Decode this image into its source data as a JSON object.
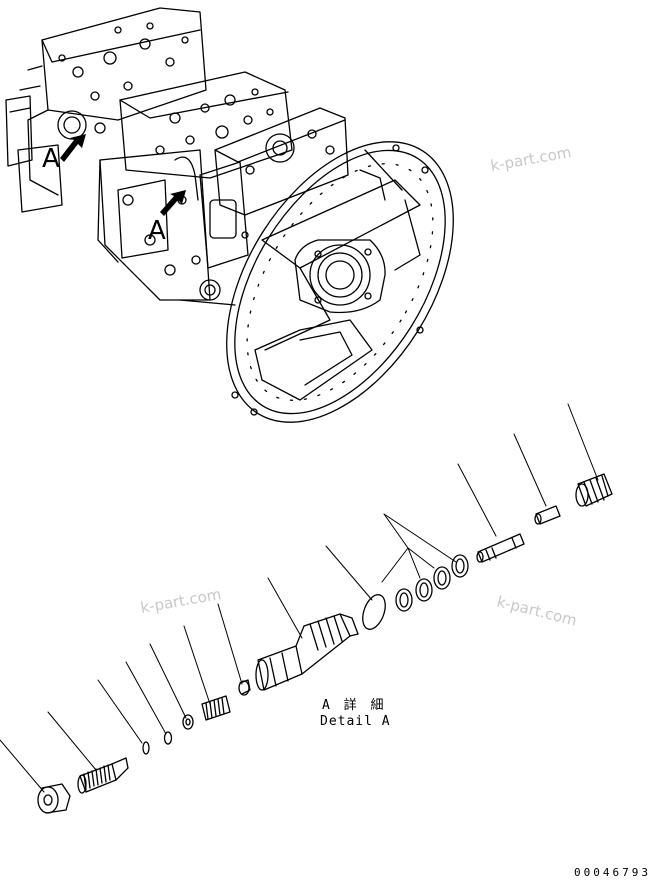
{
  "assembly": {
    "view_marker_1": "A",
    "view_marker_2": "A"
  },
  "detail": {
    "title_jp": "A 詳 細",
    "title_en": "Detail A"
  },
  "watermarks": [
    "k-part.com",
    "k-part.com",
    "k-part.com"
  ],
  "drawing_number": "00046793",
  "colors": {
    "line": "#000000",
    "watermark": "#c8c8c8",
    "background": "#ffffff"
  }
}
